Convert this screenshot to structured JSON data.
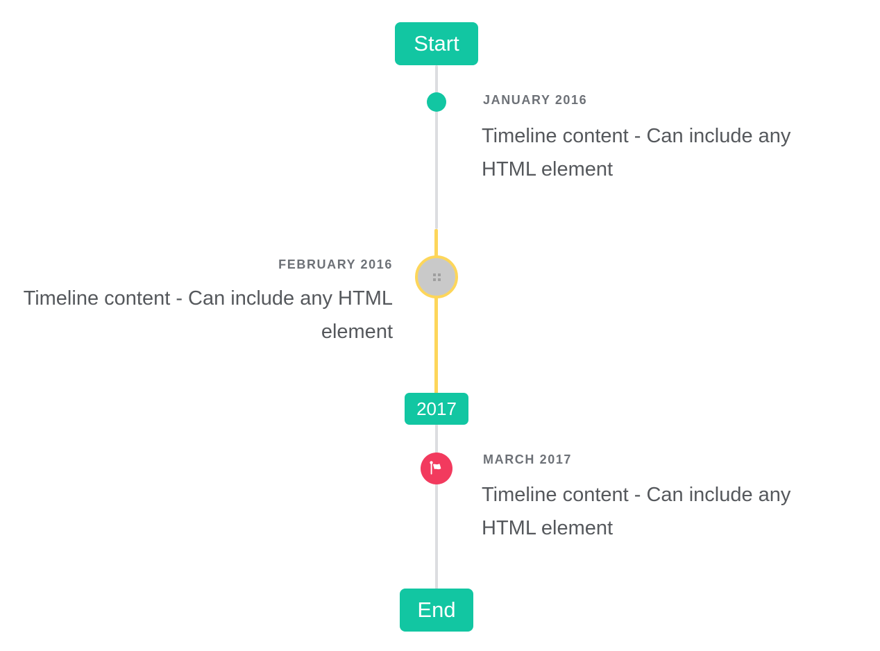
{
  "timeline": {
    "start_label": "Start",
    "end_label": "End",
    "year_badge": "2017",
    "colors": {
      "background": "#ffffff",
      "teal": "#12c6a2",
      "yellow": "#fdd65a",
      "red": "#f23a5e",
      "line_gray": "#dcdde0",
      "image_circle": "#c9c9c9",
      "title_text": "#6d7177",
      "body_text": "#55585c"
    },
    "events": [
      {
        "title": "JANUARY 2016",
        "content": "Timeline content - Can include any HTML element",
        "side": "right",
        "marker": "teal-dot"
      },
      {
        "title": "FEBRUARY 2016",
        "content": "Timeline content - Can include any HTML element",
        "side": "left",
        "marker": "image-circle-yellow-highlight"
      },
      {
        "title": "MARCH 2017",
        "content": "Timeline content - Can include any HTML element",
        "side": "right",
        "marker": "red-flag"
      }
    ]
  }
}
